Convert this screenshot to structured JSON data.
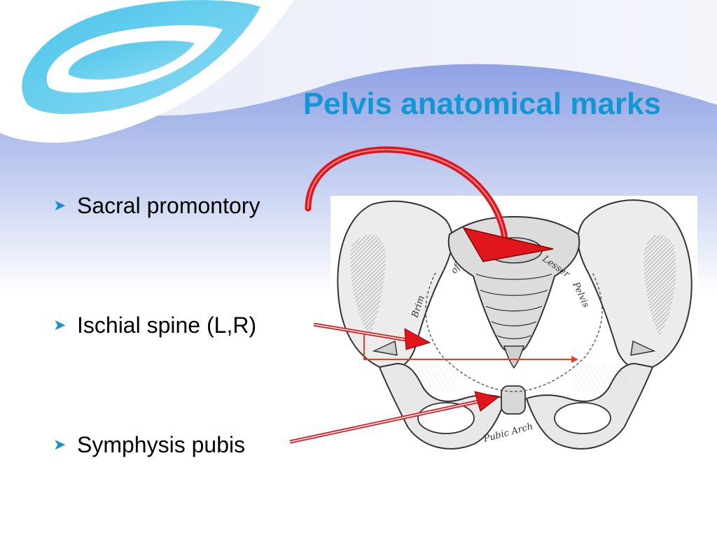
{
  "slide": {
    "title": "Pelvis anatomical marks",
    "bullets": [
      {
        "label": "Sacral promontory"
      },
      {
        "label": "Ischial spine (L,R)"
      },
      {
        "label": "Symphysis pubis"
      }
    ],
    "bullet_icon": "arrow-bullet-icon"
  },
  "figure": {
    "labels": {
      "brim": "Brim",
      "of": "of",
      "lesser": "Lesser",
      "pelvis": "Pelvis",
      "pubic_arch": "Pubic Arch"
    }
  },
  "colors": {
    "title": "#1296d4",
    "bullet_arrow": "#1a8fd0",
    "pointer_red": "#e0161c",
    "background_band": "#9eaee6"
  }
}
